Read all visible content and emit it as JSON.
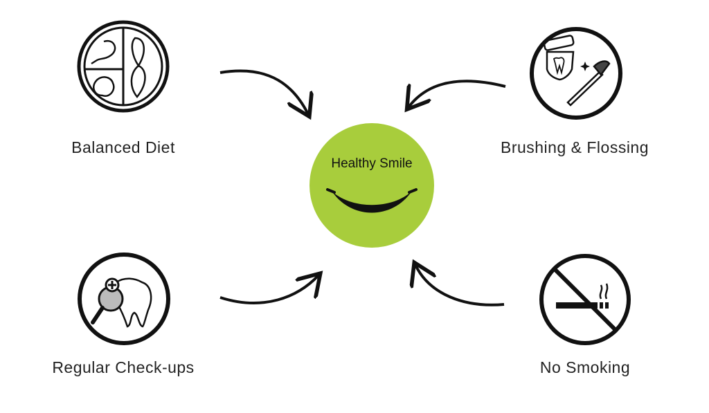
{
  "center": {
    "title": "Healthy Smile",
    "color": "#a8cd3c"
  },
  "nodes": [
    {
      "label": "Balanced Diet",
      "icon": "plate-food-icon"
    },
    {
      "label": "Brushing & Flossing",
      "icon": "toothbrush-floss-icon"
    },
    {
      "label": "Regular Check-ups",
      "icon": "tooth-magnifier-icon"
    },
    {
      "label": "No Smoking",
      "icon": "no-smoking-icon"
    }
  ]
}
